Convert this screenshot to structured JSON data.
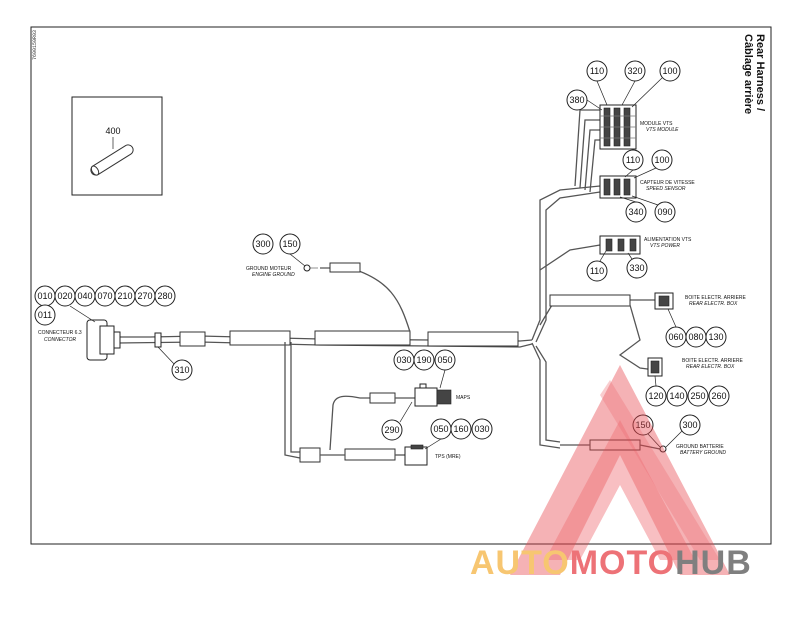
{
  "title": {
    "line1": "Rear Harness /",
    "line2": "Câblage arrière"
  },
  "drawing_code": "7600150R03",
  "inset_ref": "400",
  "connectors": {
    "connector_6_3": {
      "fr": "CONNECTEUR 6.3",
      "en": "CONNECTOR"
    },
    "ground_motor": {
      "fr": "GROUND MOTEUR",
      "en": "ENGINE GROUND"
    },
    "module_vts": {
      "fr": "MODULE VTS",
      "en": "VTS MODULE"
    },
    "speed_sensor": {
      "fr": "CAPTEUR DE VITESSE",
      "en": "SPEED SENSOR"
    },
    "vts_power": {
      "fr": "ALIMENTATION VTS",
      "en": "VTS POWER"
    },
    "rear_box_1": {
      "fr": "BOITE ELECTR. ARRIERE",
      "en": "REAR ELECTR. BOX"
    },
    "rear_box_2": {
      "fr": "BOITE ELECTR. ARRIERE",
      "en": "REAR ELECTR. BOX"
    },
    "battery_ground": {
      "fr": "GROUND BATTERIE",
      "en": "BATTERY GROUND"
    },
    "maps": "MAPS",
    "tps": "TPS (MRE)"
  },
  "callouts": {
    "c010": "010",
    "c020": "020",
    "c040": "040",
    "c070": "070",
    "c210": "210",
    "c270": "270",
    "c280": "280",
    "c011": "011",
    "c310": "310",
    "c300a": "300",
    "c150a": "150",
    "c030a": "030",
    "c190": "190",
    "c050a": "050",
    "c290": "290",
    "c050b": "050",
    "c160": "160",
    "c030b": "030",
    "c110a": "110",
    "c320": "320",
    "c100a": "100",
    "c380": "380",
    "c110b": "110",
    "c100b": "100",
    "c340": "340",
    "c090": "090",
    "c110c": "110",
    "c330": "330",
    "c060": "060",
    "c080": "080",
    "c130": "130",
    "c120": "120",
    "c140": "140",
    "c250": "250",
    "c260": "260",
    "c150b": "150",
    "c300b": "300"
  },
  "watermark": {
    "part1": "AUTO",
    "part2": "MOTO",
    "part3": "HUB",
    "color_primary": "#f5b342",
    "color_secondary": "#e8434a",
    "color_tertiary": "#555555"
  }
}
